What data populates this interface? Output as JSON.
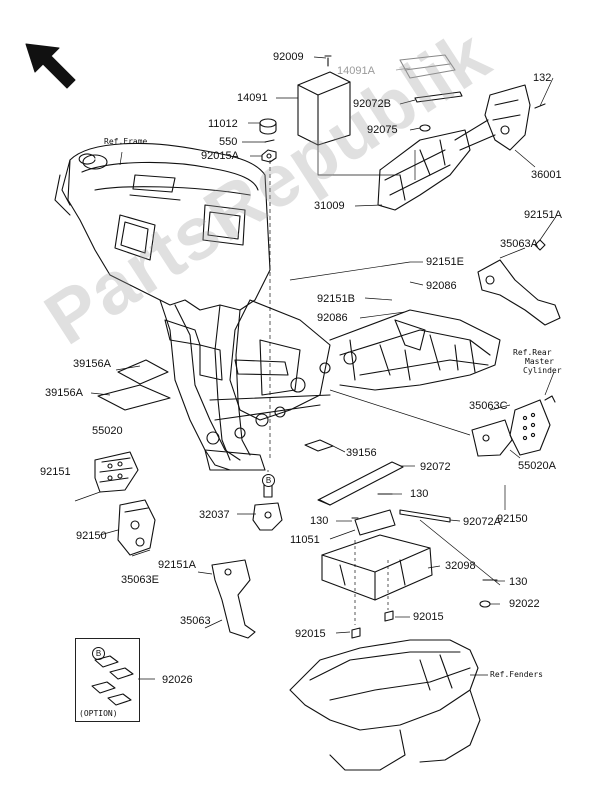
{
  "callouts": {
    "p92009": "92009",
    "p14091A": "14091A",
    "p132": "132",
    "p14091": "14091",
    "p92072B": "92072B",
    "p11012": "11012",
    "p550": "550",
    "p92075": "92075",
    "p92015A": "92015A",
    "p36001": "36001",
    "p31009": "31009",
    "p92151A_top": "92151A",
    "p35063A": "35063A",
    "p92151E": "92151E",
    "p92086a": "92086",
    "p92151B": "92151B",
    "p92086b": "92086",
    "p39156A_1": "39156A",
    "p39156A_2": "39156A",
    "p35063C": "35063C",
    "p55020": "55020",
    "p39156": "39156",
    "p92072": "92072",
    "p55020A": "55020A",
    "p92151": "92151",
    "p130a": "130",
    "p32037": "32037",
    "p92150_r": "92150",
    "p130b": "130",
    "p92072A": "92072A",
    "p92150_l": "92150",
    "p11051": "11051",
    "p32098": "32098",
    "p35063E": "35063E",
    "p92151A_bot": "92151A",
    "p130c": "130",
    "p92022": "92022",
    "p35063": "35063",
    "p92015_l": "92015",
    "p92015_r": "92015",
    "p92026": "92026"
  },
  "refs": {
    "frame": "Ref.Frame",
    "rear_master_1": "Ref.Rear",
    "rear_master_2": "Master",
    "rear_master_3": "Cylinder",
    "fenders": "Ref.Fenders"
  },
  "option_label": "(OPTION)",
  "markers": {
    "b1": "B",
    "b2": "B"
  },
  "watermark": "PartsRepublik",
  "colors": {
    "line": "#111111",
    "gray_label": "#9a9a9a",
    "watermark": "#c8c8c8"
  }
}
